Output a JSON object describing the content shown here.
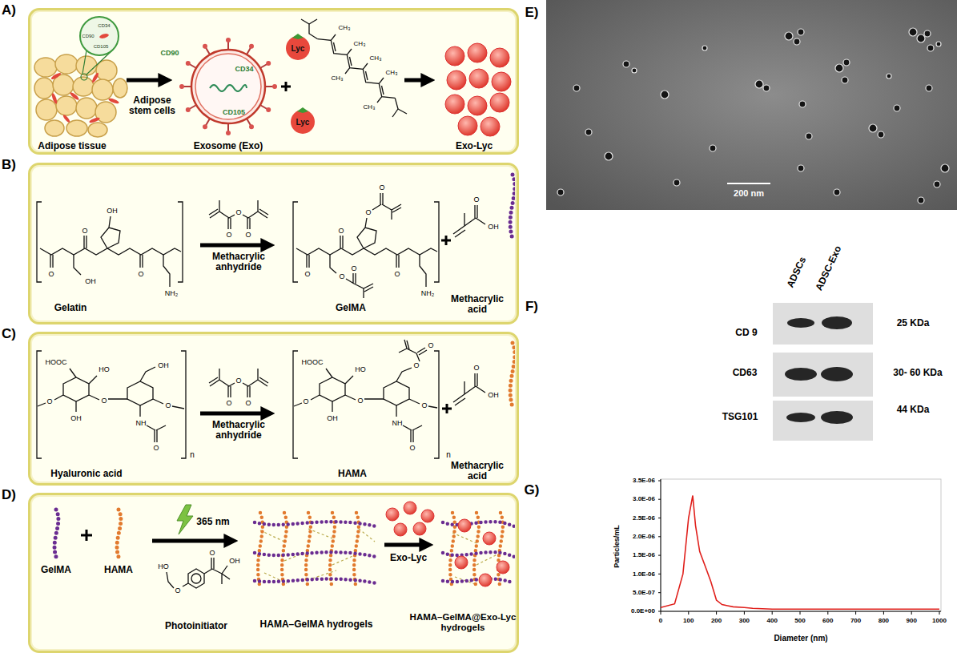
{
  "diagram": {
    "nodes": [
      {
        "text": [
          "A)"
        ]
      },
      {
        "text": [
          "B)"
        ]
      },
      {
        "text": [
          "C)"
        ]
      },
      {
        "text": [
          "D)"
        ]
      }
    ],
    "labels": [
      "CD34",
      "CD90",
      "CD105",
      "Adipose tissue",
      "Adipose stem cells",
      "CD90",
      "CD34",
      "CD105",
      "Exosome (Exo)",
      "Lyc",
      "Lyc",
      "CH₃",
      "CH₃",
      "CH₃",
      "CH₃",
      "CH₃",
      "CH₃",
      "Exo-Lyc",
      "O",
      "O",
      "OH",
      "OH",
      "O",
      "NH₂",
      "Gelatin",
      "O",
      "O",
      "O",
      "Methacrylic anhydride",
      "O",
      "O",
      "O",
      "O",
      "O",
      "O",
      "O",
      "NH₂",
      "GelMA",
      "O",
      "OH",
      "Methacrylic acid",
      "HOOC",
      "HO",
      "OH",
      "O",
      "O",
      "O",
      "OH",
      "NH",
      "O",
      "n",
      "Hyaluronic acid",
      "O",
      "O",
      "O",
      "Methacrylic anhydride",
      "HOOC",
      "HO",
      "O",
      "O",
      "O",
      "O",
      "O",
      "OH",
      "NH",
      "O",
      "n",
      "HAMA",
      "O",
      "OH",
      "Methacrylic acid",
      "GelMA",
      "HAMA",
      "365 nm",
      "HO",
      "O",
      "O",
      "OH",
      "Photoinitiator",
      "HAMA–GelMA hydrogels",
      "Exo-Lyc",
      "HAMA–GelMA@Exo-Lyc hydrogels",
      "E)",
      "200 nm",
      "F)",
      "ADSCs",
      "ADSC-Exo",
      "CD 9",
      "25 KDa",
      "CD63",
      "30- 60 KDa",
      "TSG101",
      "44 KDa",
      "G)",
      "3.5E-06",
      "3.0E-06",
      "2.5E-06",
      "2.0E-06",
      "1.5E-06",
      "1.0E-06",
      "5.0E-07",
      "0.0E+00",
      "0",
      "100",
      "200",
      "300",
      "400",
      "500",
      "600",
      "700",
      "800",
      "900",
      "1000",
      "Particles/mL",
      "Diameter (nm)"
    ]
  }
}
